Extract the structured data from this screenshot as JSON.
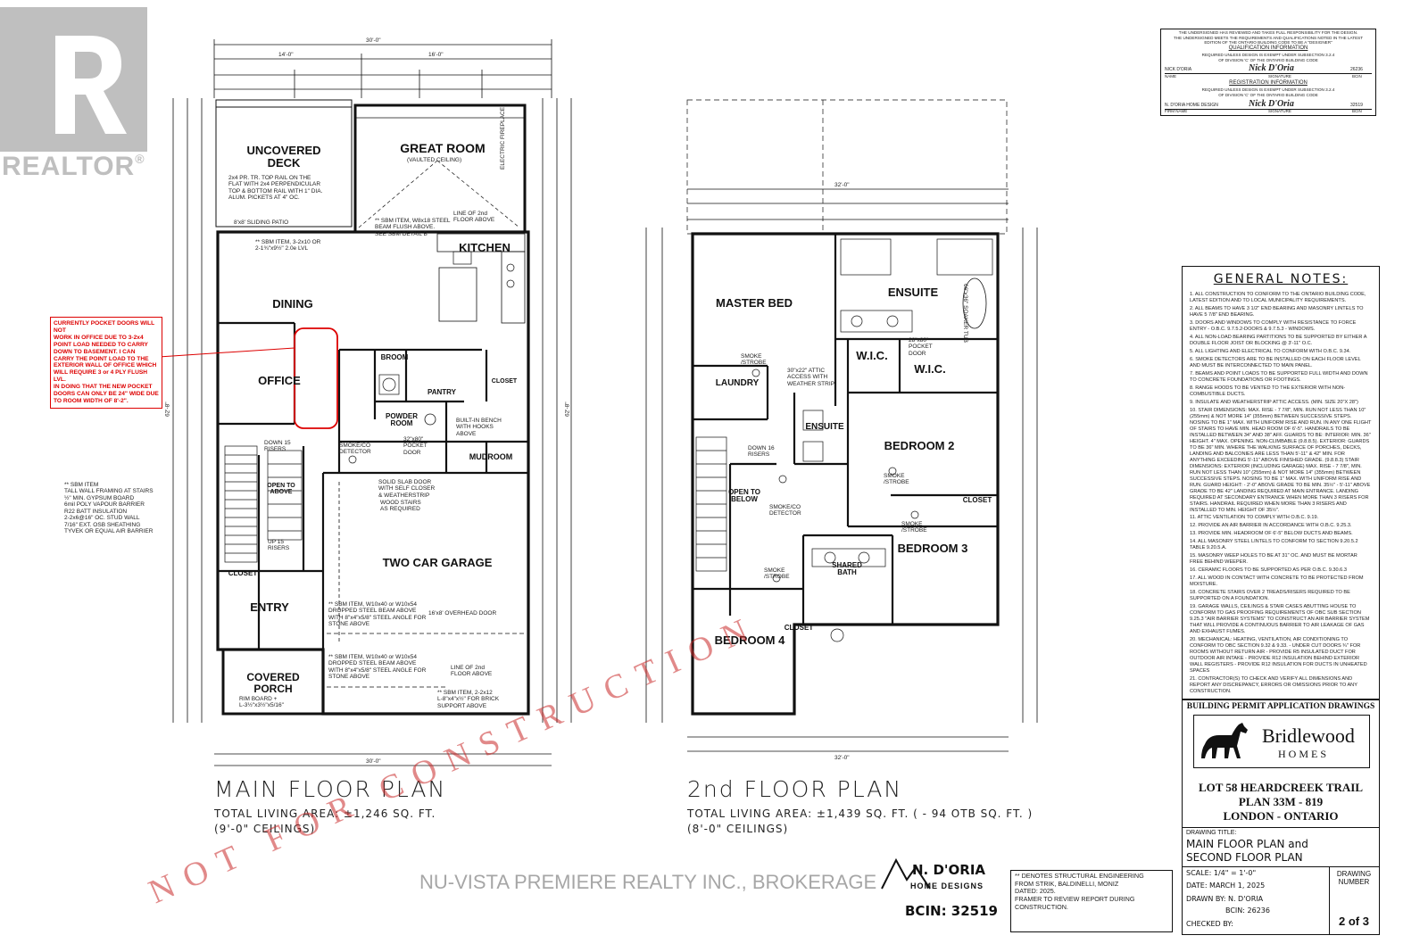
{
  "watermark": {
    "brand": "REALTOR",
    "reg_mark": "®",
    "brokerage": "NU-VISTA PREMIERE REALTY INC., BROKERAGE",
    "stamp": "NOT FOR CONSTRUCTION"
  },
  "main_floor": {
    "title": "MAIN FLOOR PLAN",
    "area": "TOTAL LIVING AREA: ±1,246 SQ. FT.",
    "ceilings": "(9'-0\" CEILINGS)",
    "rooms": {
      "uncovered_deck": "UNCOVERED\nDECK",
      "great_room": "GREAT ROOM",
      "great_room_note": "(VAULTED CEILING)",
      "kitchen": "KITCHEN",
      "dining": "DINING",
      "office": "OFFICE",
      "broom": "BROOM",
      "pantry": "PANTRY",
      "closet_kitchen": "CLOSET",
      "powder_room": "POWDER\nROOM",
      "mudroom": "MUDROOM",
      "open_to_above": "OPEN TO\nABOVE",
      "two_car_garage": "TWO CAR GARAGE",
      "closet_entry": "CLOSET",
      "entry": "ENTRY",
      "covered_porch": "COVERED\nPORCH"
    },
    "notes": {
      "deck_rail": "2x4 PR. TR. TOP RAIL ON THE\nFLAT WITH 2x4 PERPENDICULAR\nTOP & BOTTOM RAIL WITH 1\" DIA.\nALUM. PICKETS AT 4\" OC.",
      "sliding_patio": "8'x8' SLIDING PATIO",
      "sbm_beam": "** SBM ITEM, W8x18 STEEL\nBEAM FLUSH ABOVE.\nSEE SBM DETAIL B",
      "line_2nd_floor": "LINE OF 2nd\nFLOOR ABOVE",
      "electric_fireplace": "ELECTRIC FIREPLACE",
      "sbm_lvl": "** SBM ITEM, 3-2x10 OR\n2-1¾\"x9½\" 2.0e LVL",
      "smoke_co": "SMOKE/CO\nDETECTOR",
      "solid_slab": "SOLID SLAB DOOR\nWITH SELF CLOSER\n& WEATHERSTRIP",
      "wood_stairs": "WOOD STAIRS\nAS REQUIRED",
      "built_in_bench": "BUILT-IN BENCH\nWITH HOOKS\nABOVE",
      "pocket_door": "32\"x80\"\nPOCKET\nDOOR",
      "down_risers": "DOWN 15\nRISERS",
      "up_risers": "UP 15\nRISERS",
      "overhead_door": "16'x8' OVERHEAD DOOR",
      "sbm_w10": "** SBM ITEM, W10x40 or W10x54\nDROPPED STEEL BEAM ABOVE\nWITH 8\"x4\"x5/8\" STEEL ANGLE FOR\nSTONE ABOVE",
      "sbm_brick": "** SBM ITEM, 2-2x12\nL-8\"x4\"x½\" FOR BRICK\nSUPPORT ABOVE",
      "stair_wall": "** SBM ITEM\nTALL WALL FRAMING AT STAIRS\n½\" MIN. GYPSUM BOARD\n6mil POLY VAPOUR BARRIER\nR22 BATT INSULATION\n2-2x6@16\" OC. STUD WALL\n7/16\" EXT. OSB SHEATHING\nTYVEK OR EQUAL AIR BARRIER",
      "rim_board": "RIM BOARD +\nL-3½\"x3½\"x5/16\"",
      "pocket_door_warning": "CURRENTLY POCKET DOORS WILL NOT\nWORK IN OFFICE DUE TO 3-2x4\nPOINT LOAD NEEDED TO CARRY\nDOWN TO BASEMENT. I CAN\nCARRY THE POINT LOAD TO THE\nEXTERIOR WALL OF OFFICE WHICH\nWILL REQUIRE 3 or 4 PLY FLUSH LVL.\nIN DOING THAT THE NEW POCKET\nDOORS CAN ONLY BE 24\" WIDE DUE\nTO ROOM WIDTH OF 8'-2\"."
    },
    "dims": {
      "overall_top": "30'-0\"",
      "top_left": "14'-0\"",
      "top_right": "16'-0\"",
      "overall_bottom": "30'-0\"",
      "overall_left": "62'-8\"",
      "overall_right": "62'-8\""
    }
  },
  "second_floor": {
    "title": "2nd FLOOR PLAN",
    "area": "TOTAL LIVING AREA: ±1,439 SQ. FT. ( - 94 OTB SQ. FT. )",
    "ceilings": "(8'-0\" CEILINGS)",
    "rooms": {
      "master_bed": "MASTER BED",
      "ensuite_master": "ENSUITE",
      "wic_1": "W.I.C.",
      "wic_2": "W.I.C.",
      "laundry": "LAUNDRY",
      "ensuite_2": "ENSUITE",
      "bedroom_2": "BEDROOM 2",
      "open_to_below": "OPEN TO\nBELOW",
      "closet_b3": "CLOSET",
      "bedroom_3": "BEDROOM 3",
      "shared_bath": "SHARED\nBATH",
      "closet_b4": "CLOSET",
      "bedroom_4": "BEDROOM 4"
    },
    "notes": {
      "soaker": "66\"x36\" SOAKER TUB",
      "attic_access": "30\"x22\" ATTIC\nACCESS WITH\nWEATHER STRIP",
      "smoke_strobe": "SMOKE\n/STROBE",
      "smoke_co": "SMOKE/CO\nDETECTOR",
      "down_risers": "DOWN 16\nRISERS",
      "pocket_door": "28\"x80\"\nPOCKET\nDOOR"
    },
    "dims": {
      "overall_top": "32'-0\"",
      "overall_bottom": "32'-0\""
    }
  },
  "qualification": {
    "intro": "THE UNDERSIGNED HAS REVIEWED AND TAKES FULL RESPONSIBILITY FOR THE DESIGN.\nTHE UNDERSIGNED MEETS THE REQUIREMENTS AND QUALIFICATIONS NOTED IN THE LATEST\nEDITION OF THE ONTARIO BUILDING CODE TO BE A \"DESIGNER\"",
    "qual_heading": "QUALIFICATION INFORMATION",
    "qual_text": "REQUIRED UNLESS DESIGN IS EXEMPT UNDER SUBSECTION 3.2.4\nOF DIVISION 'C' OF THE ONTARIO BUILDING CODE",
    "name": "NICK D'ORIA",
    "signature": "Nick D'Oria",
    "bcin_number": "26236",
    "name_label": "NAME",
    "signature_label": "SIGNATURE",
    "bcin_label": "BCIN",
    "reg_heading": "REGISTRATION INFORMATION",
    "reg_text": "REQUIRED UNLESS DESIGN IS EXEMPT UNDER SUBSECTION 3.2.4\nOF DIVISION 'C' OF THE ONTARIO BUILDING CODE",
    "firm_name": "N. D'ORIA HOME DESIGN",
    "firm_number": "32519",
    "firm_label": "FIRM NAME"
  },
  "general_notes": {
    "title": "GENERAL NOTES:",
    "items": [
      "1. ALL CONSTRUCTION TO CONFORM TO THE ONTARIO BUILDING CODE, LATEST EDITION AND TO LOCAL MUNICIPALITY REQUIREMENTS.",
      "2. ALL BEAMS TO HAVE 3 1/2\" END BEARING AND MASONRY LINTELS TO HAVE 5 7/8\" END BEARING.",
      "3. DOORS AND WINDOWS TO COMPLY WITH RESISTANCE TO FORCE ENTRY - O.B.C. 9.7.5.2-DOORS & 9.7.5.3 - WINDOWS.",
      "4. ALL NON-LOAD BEARING PARTITIONS TO BE SUPPORTED BY EITHER A DOUBLE FLOOR JOIST OR BLOCKING @ 3'-11\" O.C.",
      "5. ALL LIGHTING AND ELECTRICAL TO CONFORM WITH O.B.C. 9.34.",
      "6. SMOKE DETECTORS ARE TO BE INSTALLED ON EACH FLOOR LEVEL AND MUST BE INTERCONNECTED TO MAIN PANEL.",
      "7. BEAMS AND POINT LOADS TO BE SUPPORTED FULL WIDTH AND DOWN TO CONCRETE FOUNDATIONS OR FOOTINGS.",
      "8. RANGE HOODS TO BE VENTED TO THE EXTERIOR WITH NON-COMBUSTIBLE DUCTS.",
      "9. INSULATE AND WEATHERSTRIP ATTIC ACCESS. (MIN. SIZE 20\"X 28\")",
      "10. STAIR DIMENSIONS: MAX. RISE - 7 7/8\", MIN. RUN NOT LESS THAN 10\" (255mm) & NOT MORE 14\" (355mm) BETWEEN SUCCESSIVE STEPS. NOSING TO BE 1\" MAX. WITH UNIFORM RISE AND RUN. IN ANY ONE FLIGHT OF STAIRS TO HAVE MIN. HEAD ROOM OF 6'-5\". HANDRAILS TO BE INSTALLED BETWEEN 34\" AND 38\" AFF. GUARDS TO BE: INTERIOR: MIN. 36\" HEIGHT. 4\" MAX. OPENING. NON-CLIMBABLE (9.8.8.5). EXTERIOR: GUARDS TO BE 36\" MIN. WHERE THE WALKING SURFACE OF PORCHES, DECKS, LANDING AND BALCONIES ARE LESS THAN 5'-11\" & 42\" MIN. FOR ANYTHING EXCEEDING 5'-11\" ABOVE FINISHED GRADE. (9.8.8.3) STAIR DIMENSIONS: EXTERIOR (INCLUDING GARAGE) MAX. RISE - 7 7/8\", MIN. RUN NOT LESS THAN 10\" (255mm) & NOT MORE 14\" (355mm) BETWEEN SUCCESSIVE STEPS. NOSING TO BE 1\" MAX. WITH UNIFORM RISE AND RUN. GUARD HEIGHT: - 2'-0\" ABOVE GRADE TO BE MIN. 35½\" - 5'-11\" ABOVE GRADE TO BE 42\" LANDING REQUIRED AT MAIN ENTRANCE. LANDING REQUIRED AT SECONDARY ENTRANCE WHEN MORE THAN 3 RISERS FOR STAIRS. HANDRAIL REQUIRED WHEN MORE THAN 3 RISERS AND INSTALLED TO MIN. HEIGHT OF 35½\".",
      "11. ATTIC VENTILATION TO COMPLY WITH O.B.C. 9.19.",
      "12. PROVIDE AN AIR BARRIER IN ACCORDANCE WITH O.B.C. 9.25.3.",
      "13. PROVIDE MIN. HEADROOM OF 6'-5\" BELOW DUCTS AND BEAMS.",
      "14. ALL MASONRY STEEL LINTELS TO CONFORM TO SECTION 9.20.5.2 TABLE 9.20.5.A.",
      "15. MASONRY WEEP HOLES TO BE AT 31\" OC. AND MUST BE MORTAR FREE BEHIND WEEPER.",
      "16. CERAMIC FLOORS TO BE SUPPORTED AS PER O.B.C. 9.30.6.3",
      "17. ALL WOOD IN CONTACT WITH CONCRETE TO BE PROTECTED FROM MOISTURE.",
      "18. CONCRETE STAIRS OVER 2 TREADS/RISERS REQUIRED TO BE SUPPORTED ON A FOUNDATION.",
      "19. GARAGE WALLS, CEILINGS & STAIR CASES ABUTTING HOUSE TO CONFORM TO GAS PROOFING REQUIREMENTS OF OBC SUB SECTION 9.25.3 \"AIR BARRIER SYSTEMS\" TO CONSTRUCT AN AIR BARRIER SYSTEM THAT WILL PROVIDE A CONTINUOUS BARRIER TO AIR LEAKAGE OF GAS AND EXHAUST FUMES.",
      "20. MECHANICAL: HEATING, VENTILATION, AIR CONDITIONING TO CONFORM TO OBC SECTION 9.32 & 9.33. - UNDER CUT DOORS ¾\" FOR ROOMS WITHOUT RETURN AIR - PROVIDE R5 INSULATED DUCT FOR OUTDOOR AIR INTAKE - PROVIDE R12 INSULATION BEHIND EXTERIOR WALL REGISTERS - PROVIDE R12 INSULATION FOR DUCTS IN UNHEATED SPACES",
      "21. CONTRACTOR(S) TO CHECK AND VERIFY ALL DIMENSIONS AND REPORT ANY DISCREPANCY, ERRORS OR OMISSIONS PRIOR TO ANY CONSTRUCTION."
    ]
  },
  "title_block": {
    "header": "BUILDING PERMIT APPLICATION DRAWINGS",
    "company_name": "Bridlewood",
    "company_sub": "HOMES",
    "lot": "LOT 58 HEARDCREEK TRAIL",
    "plan": "PLAN 33M - 819",
    "location": "LONDON - ONTARIO",
    "drawing_title_label": "DRAWING TITLE:",
    "drawing_title": "MAIN FLOOR PLAN and\nSECOND FLOOR PLAN",
    "scale": "SCALE: 1/4\" = 1'-0\"",
    "date": "DATE: MARCH 1, 2025",
    "drawn_by": "DRAWN BY: N. D'ORIA",
    "bcin": "BCIN: 26236",
    "checked_by": "CHECKED BY:",
    "drawing_number_label": "DRAWING\nNUMBER",
    "sheet": "2 of 3"
  },
  "designer": {
    "name": "N. D'ORIA",
    "sub": "HOME DESIGNS",
    "bcin": "BCIN: 32519"
  },
  "structural_note": "** DENOTES STRUCTURAL ENGINEERING\nFROM STRIK, BALDINELLI, MONIZ\nDATED: 2025.\nFRAMER TO REVIEW REPORT DURING\nCONSTRUCTION."
}
